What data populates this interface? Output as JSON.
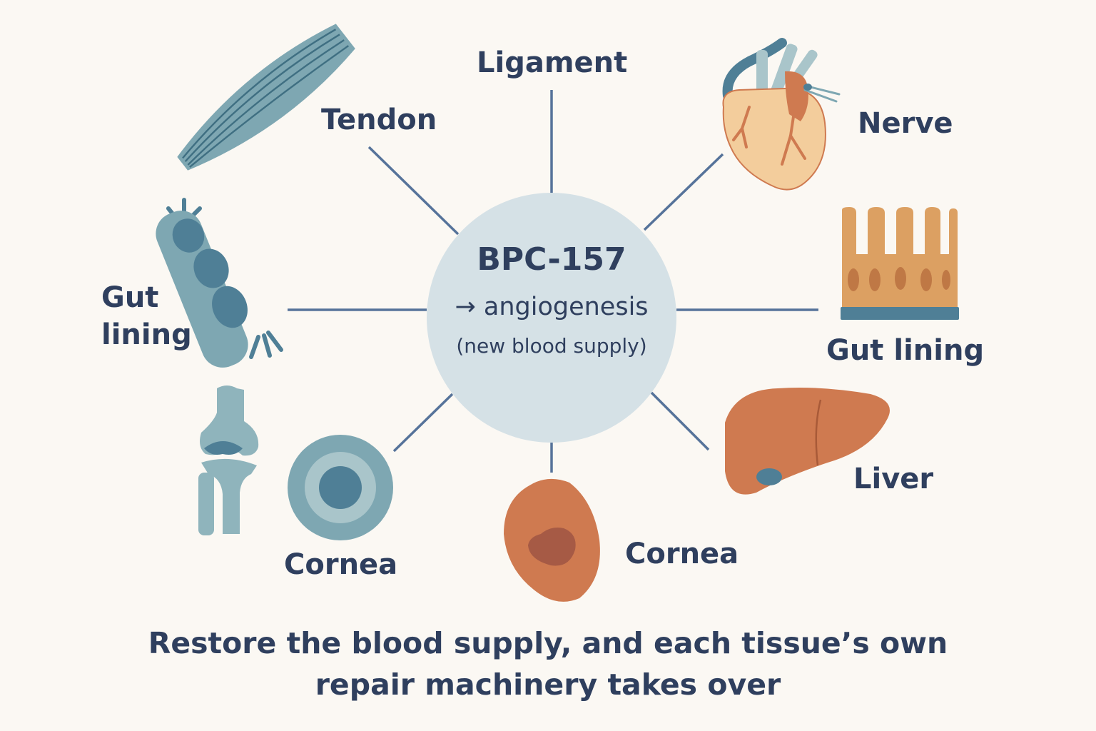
{
  "center": {
    "title": "BPC-157",
    "line2": "→ angiogenesis",
    "line3": "(new blood supply)"
  },
  "labels": {
    "tendon": "Tendon",
    "ligament": "Ligament",
    "nerve": "Nerve",
    "gut_left_1": "Gut",
    "gut_left_2": "lining",
    "gut_right": "Gut lining",
    "liver": "Liver",
    "cornea_left": "Cornea",
    "cornea_center": "Cornea"
  },
  "caption": {
    "line1": "Restore the blood supply, and each tissue’s own",
    "line2": "repair machinery takes over"
  },
  "icons": [
    "tendon-icon",
    "nerve-cell-icon",
    "knee-joint-icon",
    "eye-cornea-icon",
    "heart-icon",
    "gut-villi-icon",
    "liver-icon",
    "skin-wound-icon"
  ],
  "colors": {
    "background": "#fbf8f3",
    "text": "#2f3f5e",
    "hub": "#d5e1e6",
    "connector": "#56739a",
    "teal": "#7ea7b2",
    "teal_dark": "#4f7f96",
    "orange": "#cf7a50",
    "amber": "#dca062",
    "peach": "#f3cd9c"
  }
}
